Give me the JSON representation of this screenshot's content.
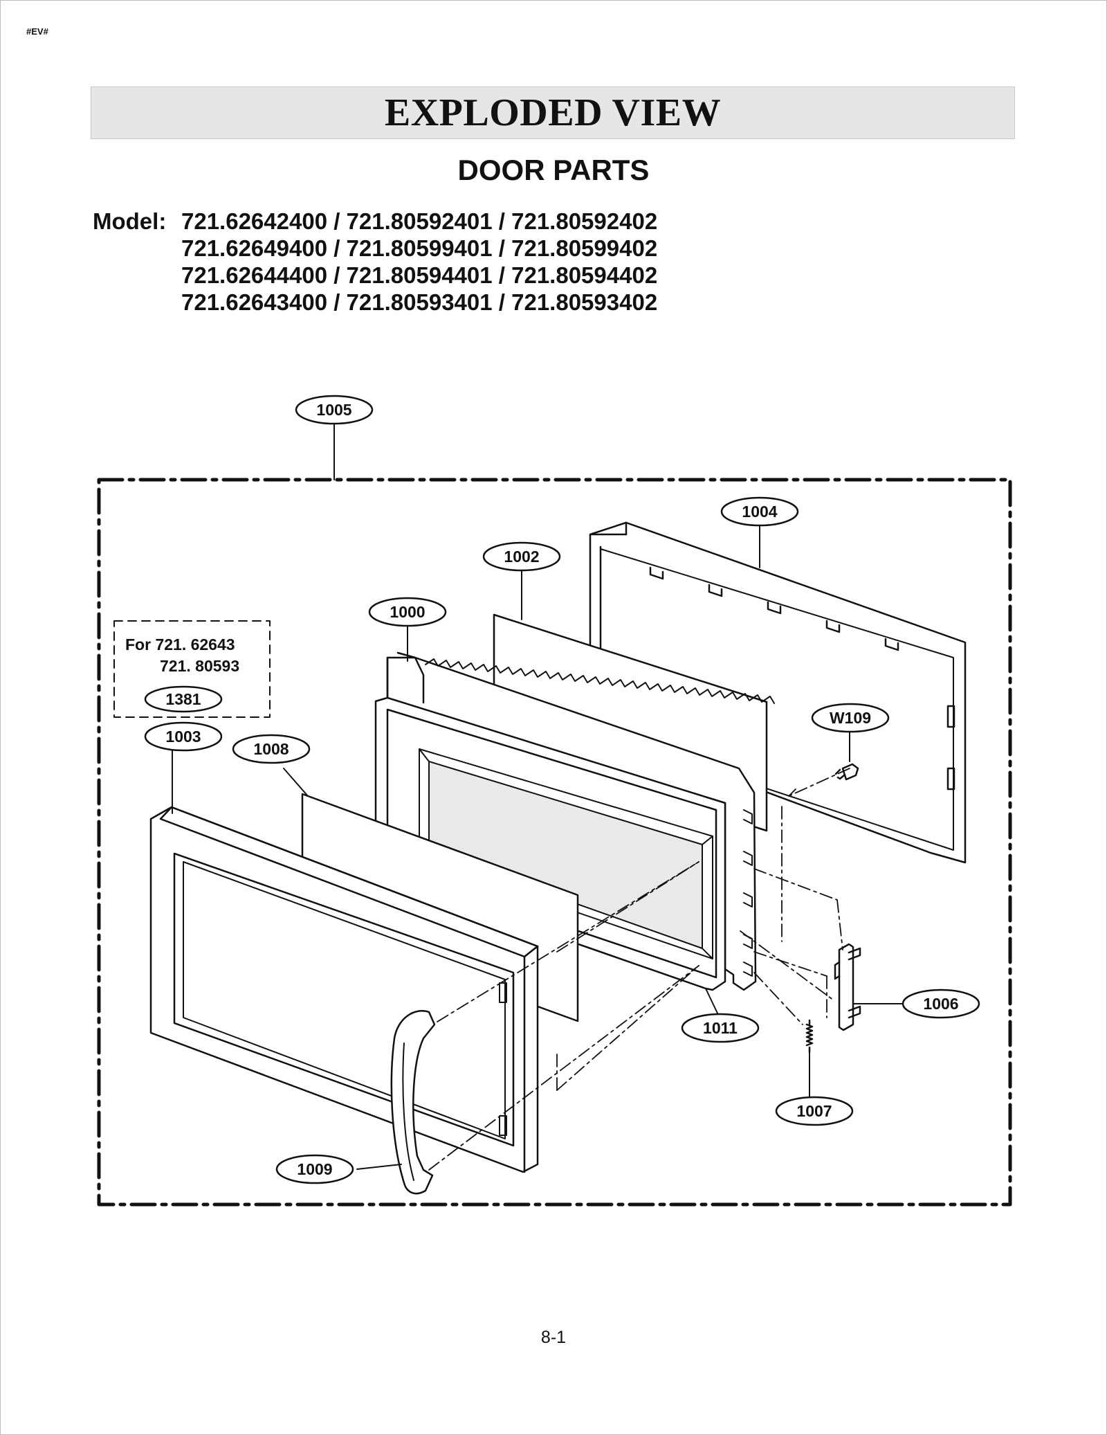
{
  "corner_tag": "#EV#",
  "title": "EXPLODED VIEW",
  "subtitle": "DOOR PARTS",
  "model_label": "Model:",
  "models": [
    "721.62642400 / 721.80592401 / 721.80592402",
    "721.62649400 / 721.80599401 / 721.80599402",
    "721.62644400 / 721.80594401 / 721.80594402",
    "721.62643400 / 721.80593401 / 721.80593402"
  ],
  "variant_note": {
    "line1": "For 721. 62643",
    "line2": "721. 80593",
    "part": "1381"
  },
  "callouts": {
    "c1005": "1005",
    "c1004": "1004",
    "c1002": "1002",
    "c1000": "1000",
    "c1003": "1003",
    "c1008": "1008",
    "cW109": "W109",
    "c1006": "1006",
    "c1011": "1011",
    "c1007": "1007",
    "c1009": "1009"
  },
  "page_number": "8-1"
}
